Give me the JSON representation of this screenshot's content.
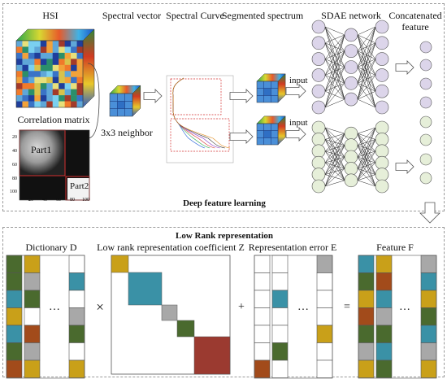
{
  "top_section": {
    "hsi_label": "HSI",
    "correlation_label": "Correlation matrix",
    "part1_label": "Part1",
    "part2_label": "Part2",
    "matrix_axis_ticks": [
      "20",
      "40",
      "60",
      "80",
      "100"
    ],
    "spectral_vector_label": "Spectral vector",
    "neighbor_label": "3x3 neighbor",
    "spectral_curve_label": "Spectral Curve",
    "segmented_label": "Segmented spectrum",
    "input_label_1": "input",
    "input_label_2": "input",
    "sdae_label": "SDAE network",
    "concat_label_line1": "Concatenated",
    "concat_label_line2": "feature",
    "section_caption": "Deep feature learning"
  },
  "bottom_section": {
    "section_title": "Low Rank representation",
    "dictionary_label": "Dictionary D",
    "coefficient_label": "Low rank representation coefficient Z",
    "error_label": "Representation error  E",
    "feature_label": "Feature F",
    "times_symbol": "×",
    "plus_symbol": "+",
    "equals_symbol": "=",
    "ellipsis": "…"
  },
  "colors": {
    "teal": "#3a91a6",
    "gold": "#c9a019",
    "olive": "#4a6a2e",
    "rust": "#a24b1b",
    "gray": "#a8a8a8",
    "dark_red": "#9b3a30",
    "node_purple": "#dcd5ea",
    "node_green": "#e6efd9"
  }
}
